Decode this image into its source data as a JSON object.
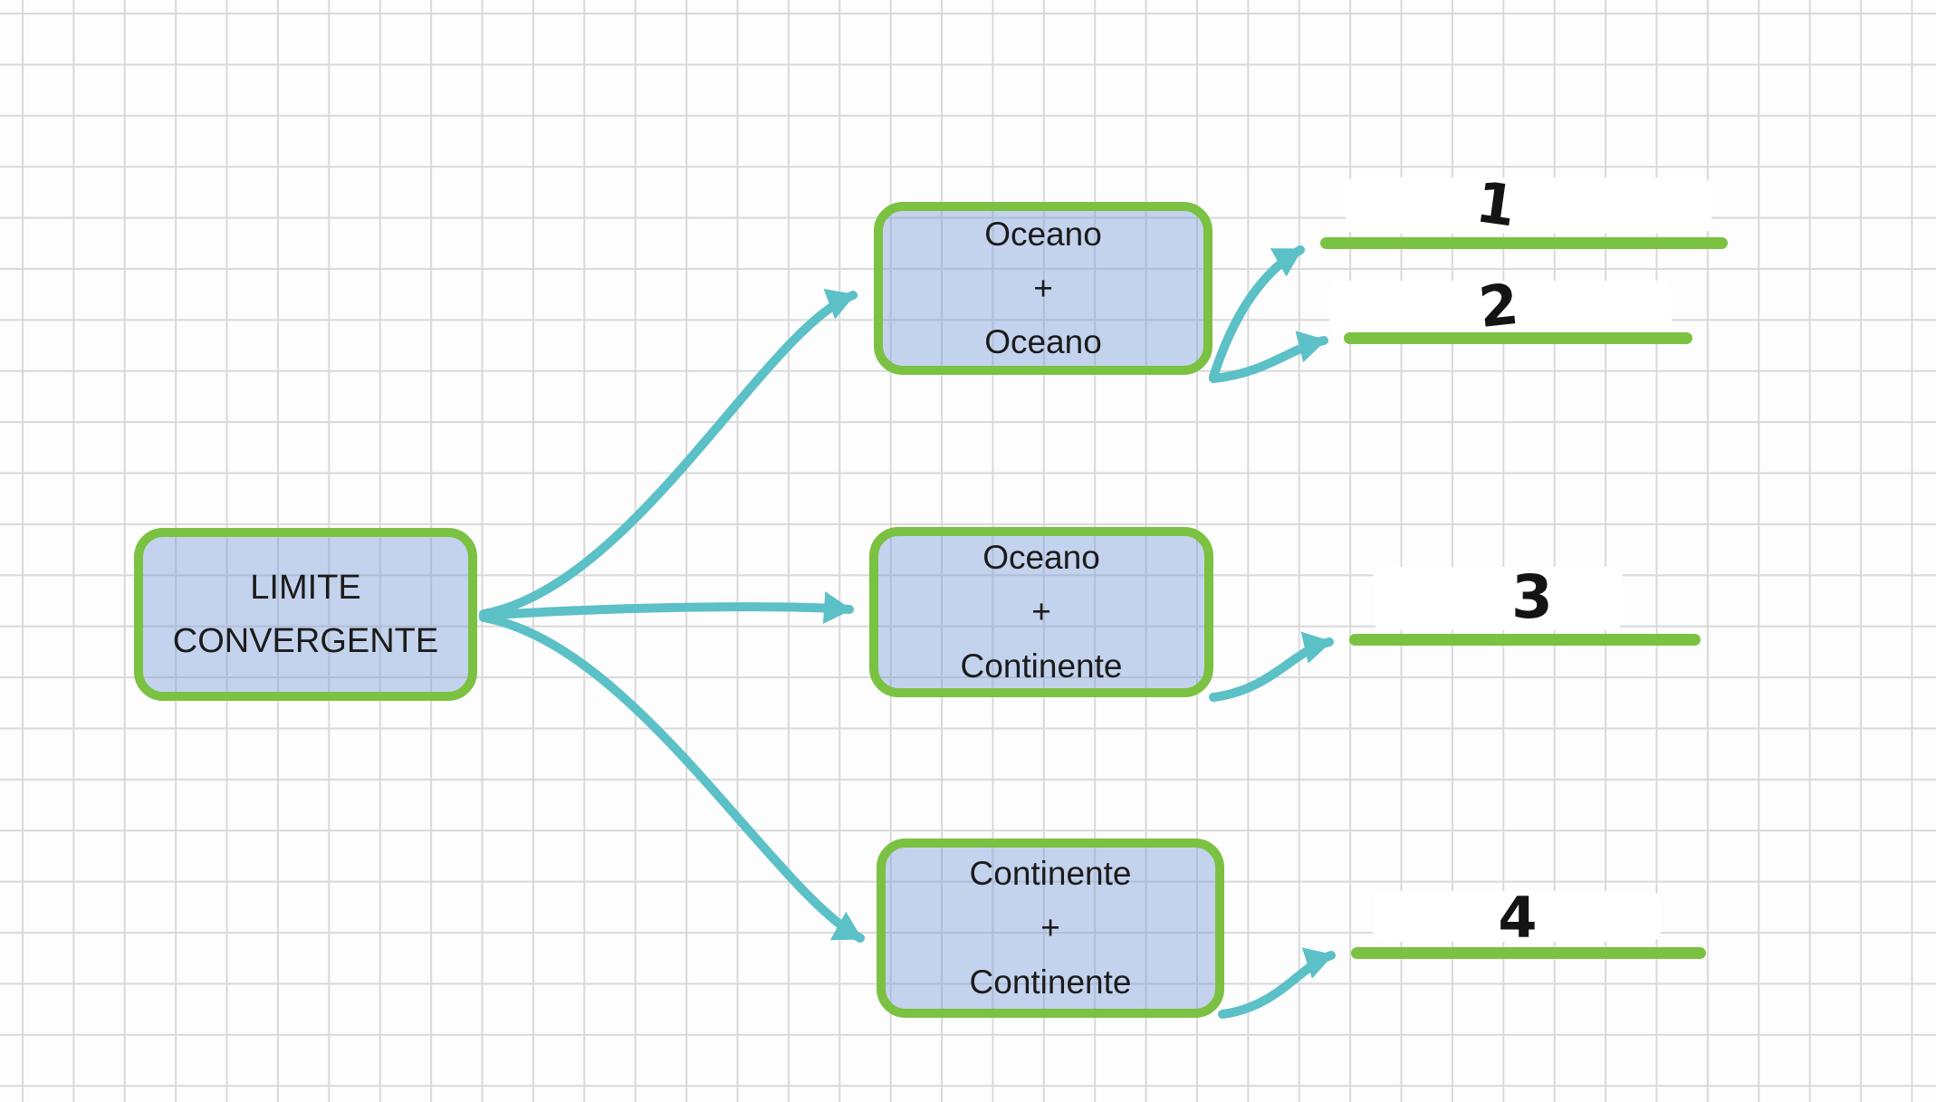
{
  "nodes": {
    "root": {
      "lines": [
        "LIMITE",
        "CONVERGENTE"
      ]
    },
    "ocean_ocean": {
      "lines": [
        "Oceano",
        "+",
        "Oceano"
      ]
    },
    "ocean_continent": {
      "lines": [
        "Oceano",
        "+",
        "Continente"
      ]
    },
    "continent_continent": {
      "lines": [
        "Continente",
        "+",
        "Continente"
      ]
    }
  },
  "answers": [
    {
      "number": "1"
    },
    {
      "number": "2"
    },
    {
      "number": "3"
    },
    {
      "number": "4"
    }
  ],
  "edges": [
    {
      "from": "LIMITE CONVERGENTE",
      "to": "Oceano + Oceano"
    },
    {
      "from": "LIMITE CONVERGENTE",
      "to": "Oceano + Continente"
    },
    {
      "from": "LIMITE CONVERGENTE",
      "to": "Continente + Continente"
    },
    {
      "from": "Oceano + Oceano",
      "to": "1"
    },
    {
      "from": "Oceano + Oceano",
      "to": "2"
    },
    {
      "from": "Oceano + Continente",
      "to": "3"
    },
    {
      "from": "Continente + Continente",
      "to": "4"
    }
  ],
  "colors": {
    "node_border": "#7bc142",
    "node_fill": "#ccd9f1",
    "connector": "#5cc0c7",
    "answer_line": "#7bc142",
    "grid_line": "#d9d9d9",
    "background": "#fdfdfd",
    "text": "#1b1b1b",
    "number_ink": "#141414"
  }
}
